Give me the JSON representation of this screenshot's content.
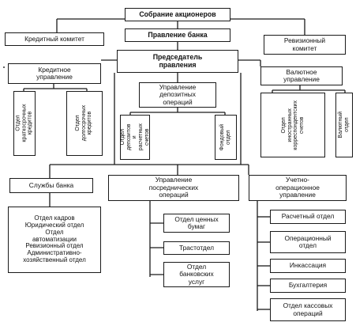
{
  "shareholders_meeting": "Собрание акционеров",
  "credit_committee": "Кредитный комитет",
  "board": "Правление банка",
  "audit_committee": "Ревизионный\nкомитет",
  "chairman": "Председатель\nправления",
  "credit_department": "Кредитное\nуправление",
  "short_term_loans": "Отдел\nкраткосрочных\nкредитов",
  "long_term_loans": "Отдел\nдолгосрочных\nкредитов",
  "deposit_operations": "Управление\nдепозитных\nопераций",
  "deposit_accounts": "Отдел\nдепозитов и\nрасчетных\nсчетов",
  "stock_department": "Фондовый\nотдел",
  "currency_department": "Валютное\nуправление",
  "correspondent_accounts": "Отдел\nиностранных\nкорреспондентских\nсчетов",
  "currency_section": "Валютный отдел",
  "bank_services": "Службы банка",
  "bank_services_list": "Отдел кадров\nЮридический отдел\nОтдел\nавтоматизации\nРевизионный отдел\nАдминистративно-\nхозяйственный отдел",
  "intermediary_operations": "Управление\nпосреднических\nопераций",
  "securities": "Отдел ценных\nбумаг",
  "trust": "Трастотдел",
  "banking_services": "Отдел\nбанковских\nуслуг",
  "accounting_management": "Учетно-\nоперационное\nуправление",
  "settlement": "Расчетный отдел",
  "operations": "Операционный\nотдел",
  "collection": "Инкассация",
  "bookkeeping": "Бухгалтерия",
  "cash_operations": "Отдел кассовых\nопераций"
}
